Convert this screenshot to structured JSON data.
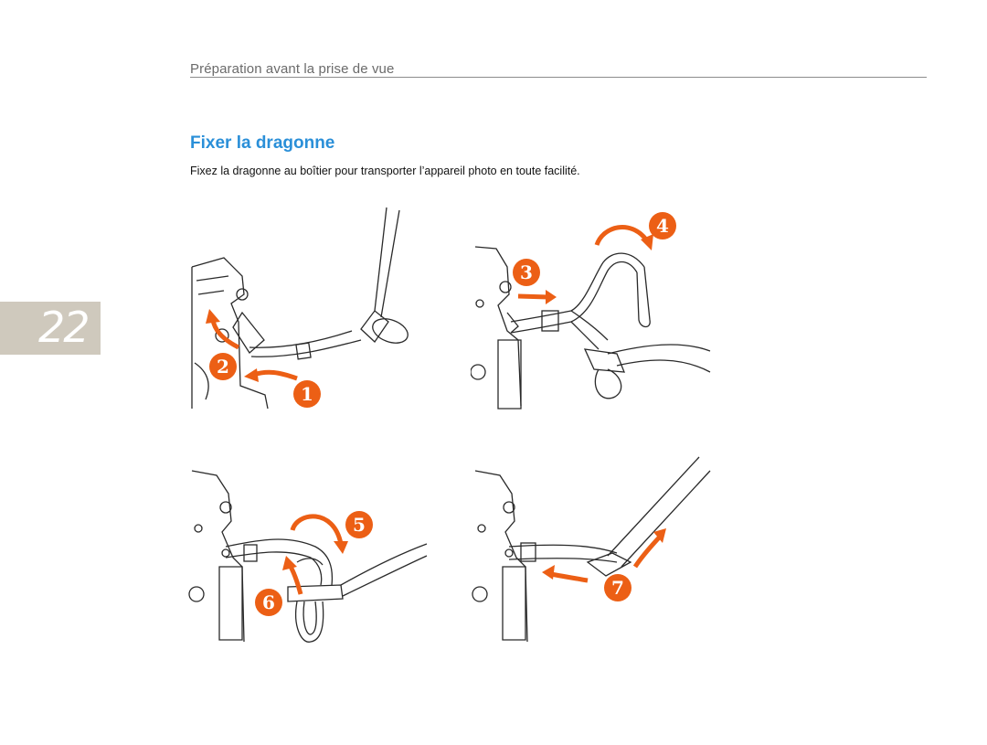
{
  "header": {
    "section_title": "Préparation avant la prise de vue"
  },
  "page": {
    "number": "22"
  },
  "article": {
    "title": "Fixer la dragonne",
    "intro": "Fixez la dragonne au boîtier pour transporter l’appareil photo en toute facilité."
  },
  "steps": {
    "s1": "1",
    "s2": "2",
    "s3": "3",
    "s4": "4",
    "s5": "5",
    "s6": "6",
    "s7": "7"
  },
  "colors": {
    "accent": "#2a8fd8",
    "step_badge": "#ec5f15",
    "tab": "#cfc9bd",
    "line_art": "#2a2a2a"
  }
}
